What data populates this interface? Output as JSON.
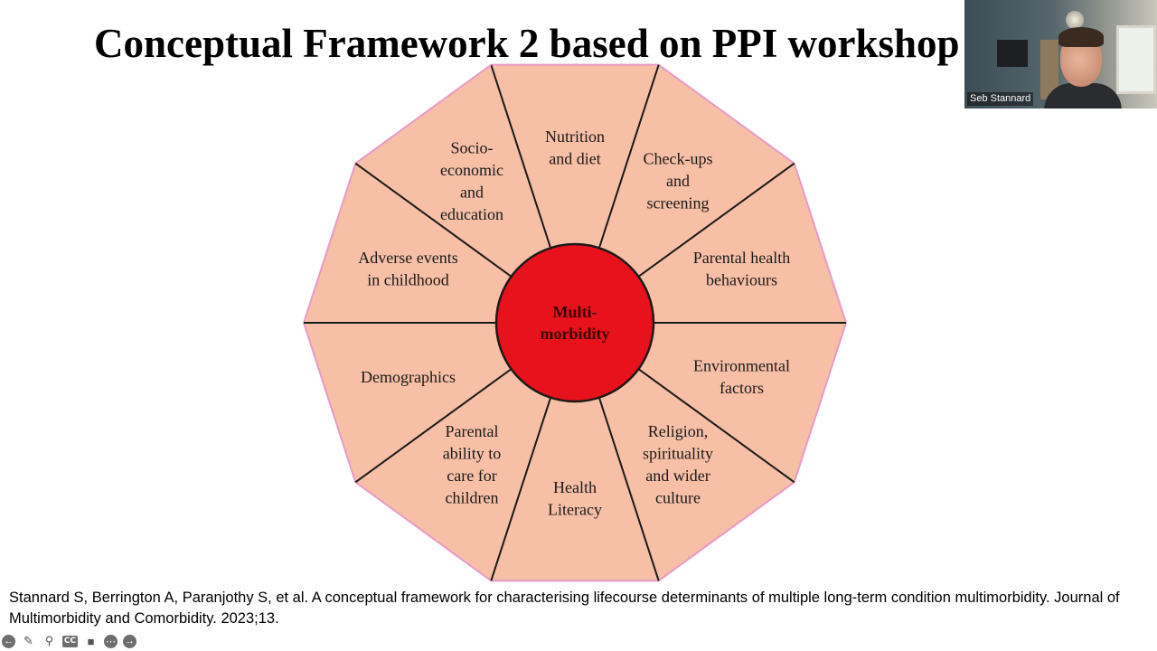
{
  "slide": {
    "title": "Conceptual Framework 2 based on PPI workshop",
    "center_label": [
      "Multi-",
      "morbidity"
    ],
    "segments": [
      {
        "lines": [
          "Nutrition",
          "and diet"
        ]
      },
      {
        "lines": [
          "Check-ups",
          "and",
          "screening"
        ]
      },
      {
        "lines": [
          "Parental health",
          "behaviours"
        ]
      },
      {
        "lines": [
          "Environmental",
          "factors"
        ]
      },
      {
        "lines": [
          "Religion,",
          "spirituality",
          "and wider",
          "culture"
        ]
      },
      {
        "lines": [
          "Health",
          "Literacy"
        ]
      },
      {
        "lines": [
          "Parental",
          "ability to",
          "care for",
          "children"
        ]
      },
      {
        "lines": [
          "Demographics"
        ]
      },
      {
        "lines": [
          "Adverse events",
          "in childhood"
        ]
      },
      {
        "lines": [
          "Socio-",
          "economic",
          "and",
          "education"
        ]
      }
    ],
    "citation": "Stannard S, Berrington A, Paranjothy S, et al. A conceptual framework for characterising lifecourse determinants of multiple long-term condition multimorbidity. Journal of Multimorbidity and Comorbidity. 2023;13.",
    "colors": {
      "segment_fill": "#f6bfa6",
      "segment_border": "#e79ac8",
      "divider": "#1a1a1a",
      "center_fill": "#e8121c"
    }
  },
  "participant": {
    "name": "Seb Stannard"
  },
  "toolbar": {
    "icons": [
      "previous-slide-icon",
      "pen-icon",
      "zoom-icon",
      "captions-icon",
      "camera-icon",
      "more-options-icon",
      "next-slide-icon"
    ],
    "cc_label": "CC"
  }
}
